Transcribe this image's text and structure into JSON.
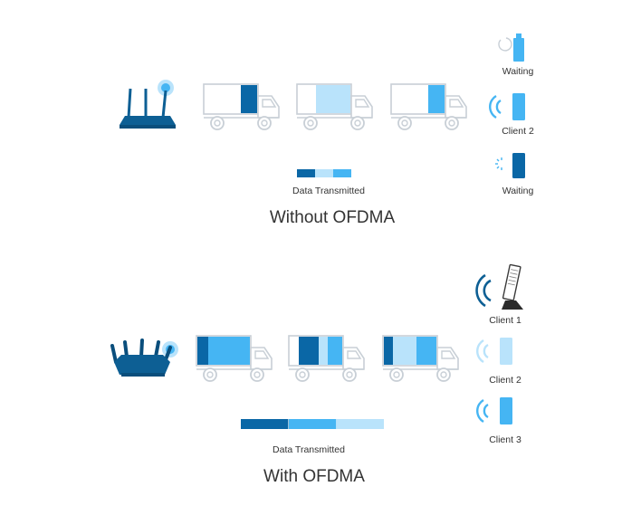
{
  "top": {
    "title": "Without OFDMA",
    "legend_label": "Data Transmitted",
    "clients": [
      {
        "label": "Waiting"
      },
      {
        "label": "Client 2"
      },
      {
        "label": "Waiting"
      }
    ],
    "truck_cargo": [
      [
        "#ffffff",
        "#ffffff",
        "#0a67a6"
      ],
      [
        "#ffffff",
        "#b9e3fb",
        "#b9e3fb"
      ],
      [
        "#ffffff",
        "#ffffff",
        "#45b5f3"
      ]
    ],
    "legend_colors": [
      "#0a67a6",
      "#b9e3fb",
      "#45b5f3"
    ]
  },
  "bottom": {
    "title": "With OFDMA",
    "legend_label": "Data Transmitted",
    "clients": [
      {
        "label": "Client 1"
      },
      {
        "label": "Client 2"
      },
      {
        "label": "Client 3"
      }
    ],
    "truck_cargo": [
      [
        "#0a67a6",
        "#45b5f3",
        "#45b5f3"
      ],
      [
        "#0a67a6",
        "#b9e3fb",
        "#45b5f3"
      ],
      [
        "#0a67a6",
        "#b9e3fb",
        "#45b5f3"
      ]
    ],
    "legend_colors": [
      "#0a67a6",
      "#45b5f3",
      "#b9e3fb"
    ]
  },
  "colors": {
    "dark_blue": "#0a67a6",
    "mid_blue": "#45b5f3",
    "light_blue": "#b9e3fb",
    "outline": "#c8cfd6",
    "router": "#0d5f94"
  }
}
